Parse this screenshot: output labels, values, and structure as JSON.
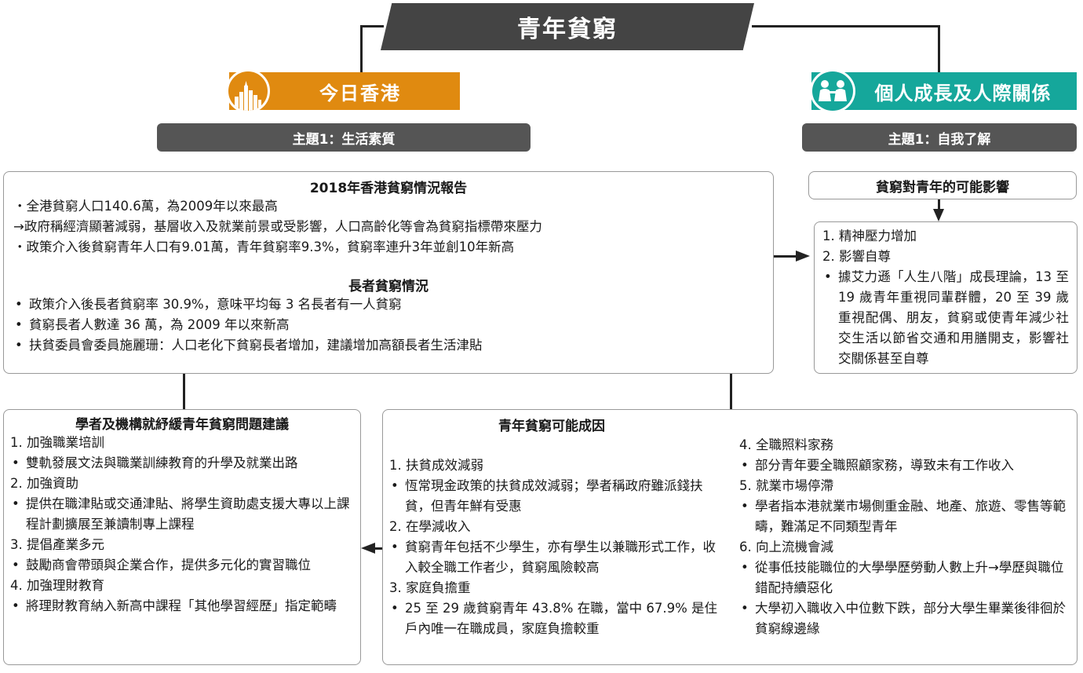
{
  "title": "青年貧窮",
  "left_category": {
    "label": "今日香港",
    "icon": "skyline-icon",
    "color": "#e08a10"
  },
  "right_category": {
    "label": "個人成長及人際關係",
    "icon": "people-icon",
    "color": "#15a79b"
  },
  "left_topic": "主題1：生活素質",
  "right_topic": "主題1：自我了解",
  "report": {
    "title": "2018年香港貧窮情況報告",
    "lines": [
      "・全港貧窮人口140.6萬，為2009年以來最高",
      "→政府稱經濟顯著減弱，基層收入及就業前景或受影響，人口高齡化等會為貧窮指標帶來壓力",
      "・政策介入後貧窮青年人口有9.01萬，青年貧窮率9.3%，貧窮率連升3年並創10年新高"
    ],
    "elderly_title": "長者貧窮情況",
    "elderly_items": [
      "政策介入後長者貧窮率 30.9%，意味平均每 3 名長者有一人貧窮",
      "貧窮長者人數達 36 萬，為 2009 年以來新高",
      "扶貧委員會委員施麗珊：人口老化下貧窮長者增加，建議增加高額長者生活津貼"
    ]
  },
  "impact": {
    "title": "貧窮對青年的可能影響",
    "items": [
      "1. 精神壓力增加",
      "2. 影響自尊"
    ],
    "bullet": "據艾力遜「人生八階」成長理論，13 至 19 歲青年重視同輩群體，20 至 39 歲重視配偶、朋友，貧窮或使青年減少社交生活以節省交通和用膳開支，影響社交關係甚至自尊"
  },
  "suggestions": {
    "title": "學者及機構就紓緩青年貧窮問題建議",
    "items": [
      {
        "head": "1. 加強職業培訓",
        "bullet": "雙軌發展文法與職業訓練教育的升學及就業出路"
      },
      {
        "head": "2. 加強資助",
        "bullet": "提供在職津貼或交通津貼、將學生資助處支援大專以上課程計劃擴展至兼讀制專上課程"
      },
      {
        "head": "3. 提倡產業多元",
        "bullet": "鼓勵商會帶頭與企業合作，提供多元化的實習職位"
      },
      {
        "head": "4. 加強理財教育",
        "bullet": "將理財教育納入新高中課程「其他學習經歷」指定範疇"
      }
    ]
  },
  "causes": {
    "title": "青年貧窮可能成因",
    "left": [
      {
        "head": "1. 扶貧成效減弱",
        "bullet": "恆常現金政策的扶貧成效減弱；學者稱政府雖派錢扶貧，但青年鮮有受惠"
      },
      {
        "head": "2. 在學減收入",
        "bullet": "貧窮青年包括不少學生，亦有學生以兼職形式工作，收入較全職工作者少，貧窮風險較高"
      },
      {
        "head": "3. 家庭負擔重",
        "bullet": "25 至 29 歲貧窮青年 43.8% 在職，當中 67.9% 是住戶內唯一在職成員，家庭負擔較重"
      }
    ],
    "right": [
      {
        "head": "4. 全職照料家務",
        "bullets": [
          "部分青年要全職照顧家務，導致未有工作收入"
        ]
      },
      {
        "head": "5. 就業市場停滯",
        "bullets": [
          "學者指本港就業市場側重金融、地產、旅遊、零售等範疇，難滿足不同類型青年"
        ]
      },
      {
        "head": "6. 向上流機會減",
        "bullets": [
          "從事低技能職位的大學學歷勞動人數上升→學歷與職位錯配持續惡化",
          "大學初入職收入中位數下跌，部分大學生畢業後徘徊於貧窮線邊緣"
        ]
      }
    ]
  }
}
